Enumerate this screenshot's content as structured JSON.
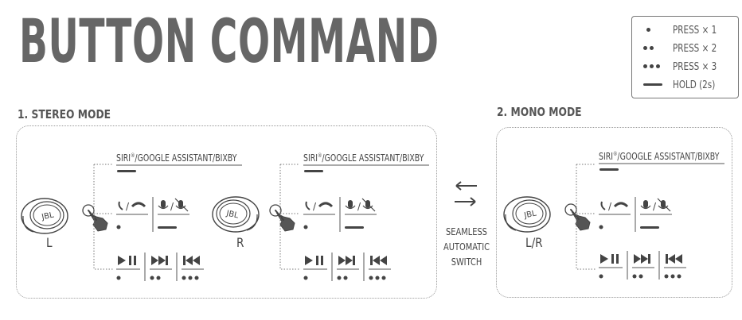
{
  "title": "BUTTON COMMAND",
  "legend": [
    {
      "symbol": "dot-1",
      "label": "PRESS × 1"
    },
    {
      "symbol": "dot-2",
      "label": "PRESS × 2"
    },
    {
      "symbol": "dot-3",
      "label": "PRESS × 3"
    },
    {
      "symbol": "hold-bar",
      "label": "HOLD (2s)"
    }
  ],
  "stereo": {
    "title": "1. STEREO MODE",
    "left": {
      "label": "L",
      "logo": "JBL",
      "assistant": "SIRI",
      "assistant_sup": "®",
      "assistant_rest": "/GOOGLE ASSISTANT/BIXBY"
    },
    "right": {
      "label": "R",
      "logo": "JBL",
      "assistant": "SIRI",
      "assistant_sup": "®",
      "assistant_rest": "/GOOGLE ASSISTANT/BIXBY"
    }
  },
  "switch": {
    "line1": "SEAMLESS",
    "line2": "AUTOMATIC",
    "line3": "SWITCH"
  },
  "mono": {
    "title": "2. MONO MODE",
    "label": "L/R",
    "logo": "JBL",
    "assistant": "SIRI",
    "assistant_sup": "®",
    "assistant_rest": "/GOOGLE ASSISTANT/BIXBY"
  },
  "icons": {
    "call": "phone-answer-hangup-icon",
    "mic": "mic-mute-icon",
    "play": "play-pause-icon",
    "next": "next-track-icon",
    "prev": "previous-track-icon",
    "hand": "hand-tap-icon",
    "earbud": "earbud-icon",
    "switch": "swap-arrows-icon"
  },
  "colors": {
    "title": "#666666",
    "ink": "#444444",
    "dotted_border": "#999999"
  }
}
